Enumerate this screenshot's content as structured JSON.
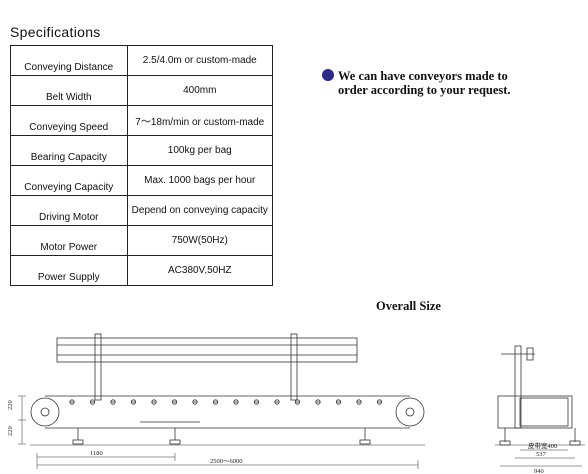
{
  "specifications": {
    "title": "Specifications",
    "rows": [
      {
        "label": "Conveying Distance",
        "value": "2.5/4.0m or custom-made"
      },
      {
        "label": "Belt Width",
        "value": "400mm"
      },
      {
        "label": "Conveying Speed",
        "value": "7～18m/min or custom-made"
      },
      {
        "label": "Bearing Capacity",
        "value": "100kg per bag"
      },
      {
        "label": "Conveying Capacity",
        "value": "Max. 1000 bags per hour"
      },
      {
        "label": "Driving Motor",
        "value": "Depend on conveying capacity"
      },
      {
        "label": "Motor Power",
        "value": "750W(50Hz)"
      },
      {
        "label": "Power Supply",
        "value": "AC380V,50HZ"
      }
    ]
  },
  "note": {
    "line1": "We can have conveyors  made  to",
    "line2": "order according to your request.",
    "bullet_color": "#2a2a8a"
  },
  "drawing": {
    "title": "Overall Size",
    "dims": {
      "height_upper": "220",
      "height_lower": "220",
      "span": "1180",
      "length": "2500～6000",
      "belt_width": "皮带宽400",
      "inner_width": "537",
      "outer_width": "940"
    }
  }
}
